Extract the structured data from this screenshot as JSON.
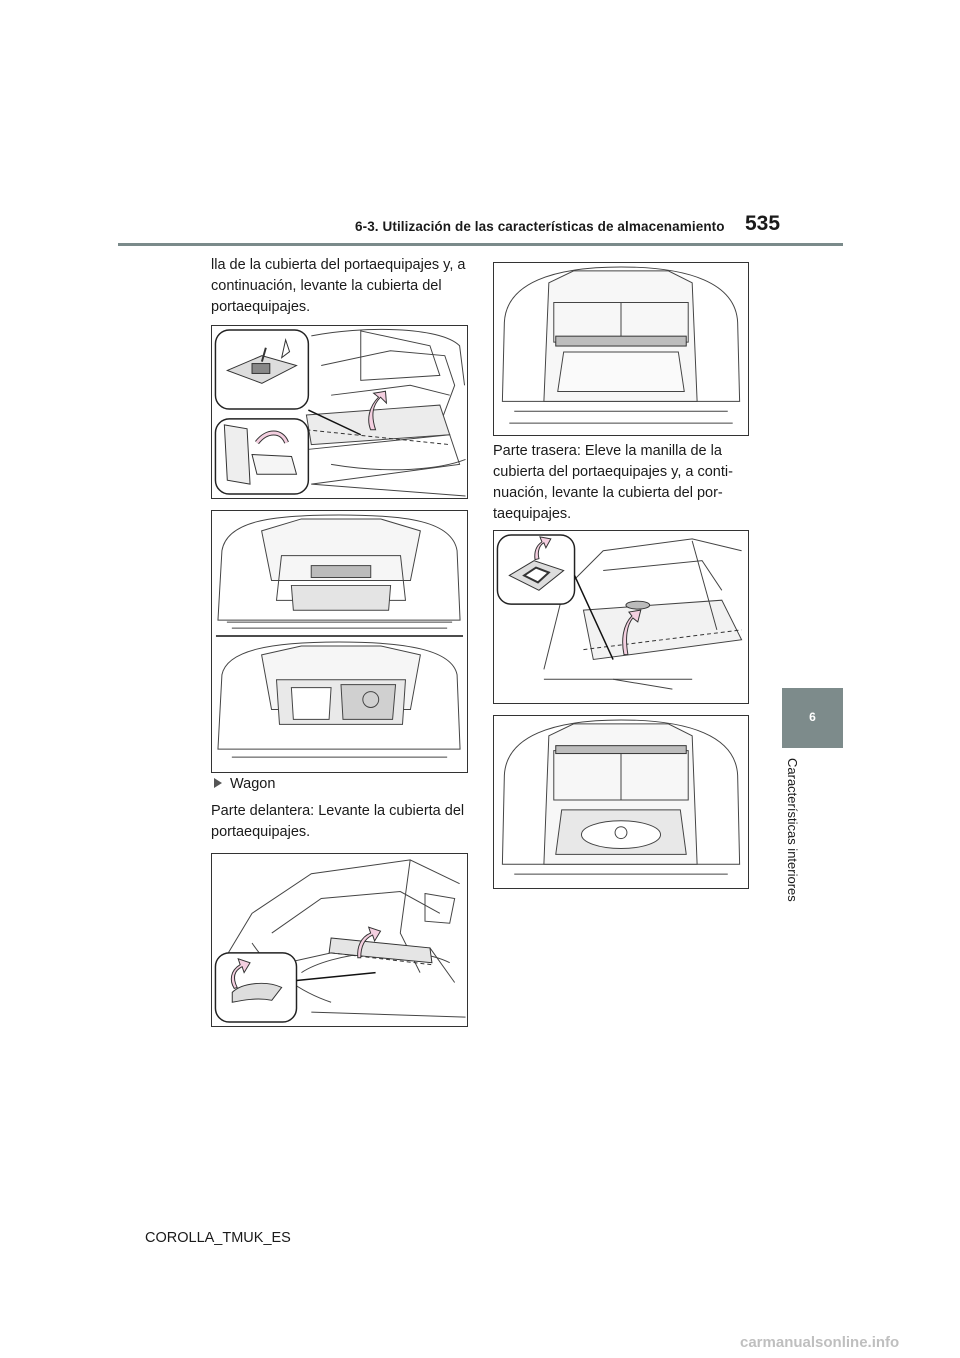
{
  "header": {
    "section_title": "6-3. Utilización de las características de almacenamiento",
    "page_number": "535"
  },
  "side_tab": {
    "chapter_number": "6",
    "chapter_title": "Características interiores"
  },
  "left_column": {
    "intro_lines": [
      "lla de la cubierta del portaequipajes y, a",
      "continuación, levante la cubierta del",
      "portaequipajes."
    ],
    "bullet_wagon": "Wagon",
    "front_lines": [
      "Parte delantera: Levante la cubierta del",
      "portaequipajes."
    ]
  },
  "right_column": {
    "rear_lines": [
      "Parte trasera: Eleve la manilla de la",
      "cubierta del portaequipajes y, a conti-",
      "nuación, levante la cubierta del por-",
      "taequipajes."
    ]
  },
  "footer": {
    "model_code": "COROLLA_TMUK_ES",
    "watermark": "carmanualsonline.info"
  },
  "colors": {
    "header_rule": "#7a8a8a",
    "side_tab": "#7d8b8b",
    "arrow_fill": "#f4cfe0",
    "arrow_stroke": "#333333"
  }
}
